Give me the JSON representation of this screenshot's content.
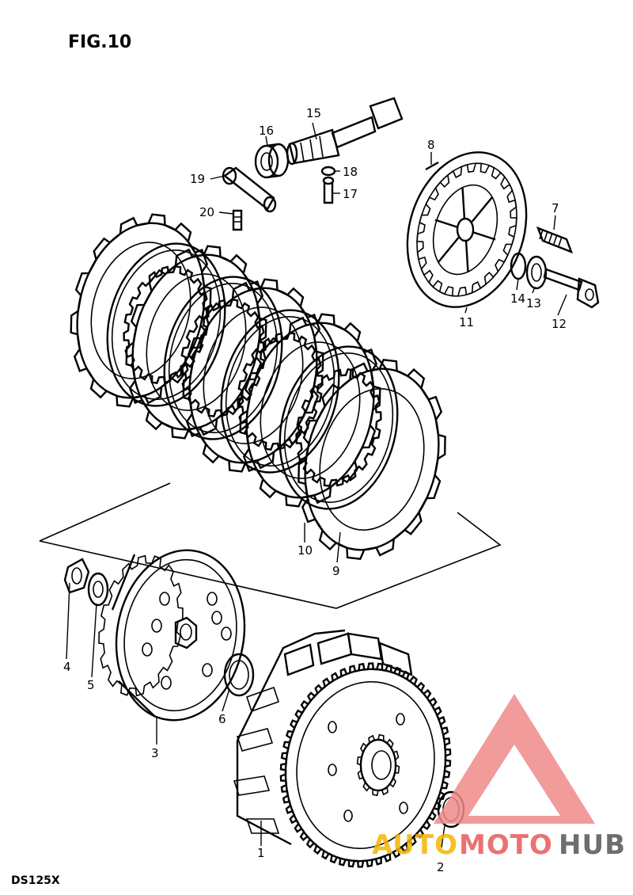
{
  "figure": {
    "title": "FIG.10",
    "model": "DS125X"
  },
  "parts": [
    {
      "key": "p1",
      "label": "1"
    },
    {
      "key": "p2",
      "label": "2"
    },
    {
      "key": "p3",
      "label": "3"
    },
    {
      "key": "p4",
      "label": "4"
    },
    {
      "key": "p5",
      "label": "5"
    },
    {
      "key": "p6",
      "label": "6"
    },
    {
      "key": "p7",
      "label": "7"
    },
    {
      "key": "p8",
      "label": "8"
    },
    {
      "key": "p9",
      "label": "9"
    },
    {
      "key": "p10",
      "label": "10"
    },
    {
      "key": "p11",
      "label": "11"
    },
    {
      "key": "p12",
      "label": "12"
    },
    {
      "key": "p13",
      "label": "13"
    },
    {
      "key": "p14",
      "label": "14"
    },
    {
      "key": "p15",
      "label": "15"
    },
    {
      "key": "p16",
      "label": "16"
    },
    {
      "key": "p17",
      "label": "17"
    },
    {
      "key": "p18",
      "label": "18"
    },
    {
      "key": "p19",
      "label": "19"
    },
    {
      "key": "p20",
      "label": "20"
    }
  ],
  "watermark": {
    "part1": "AUTO",
    "part2": "MOTO",
    "part3": "HUB",
    "colors": {
      "auto": "#f4b400",
      "moto": "#e85a5a",
      "hub": "#555555",
      "logo": "#f08a8a"
    }
  }
}
